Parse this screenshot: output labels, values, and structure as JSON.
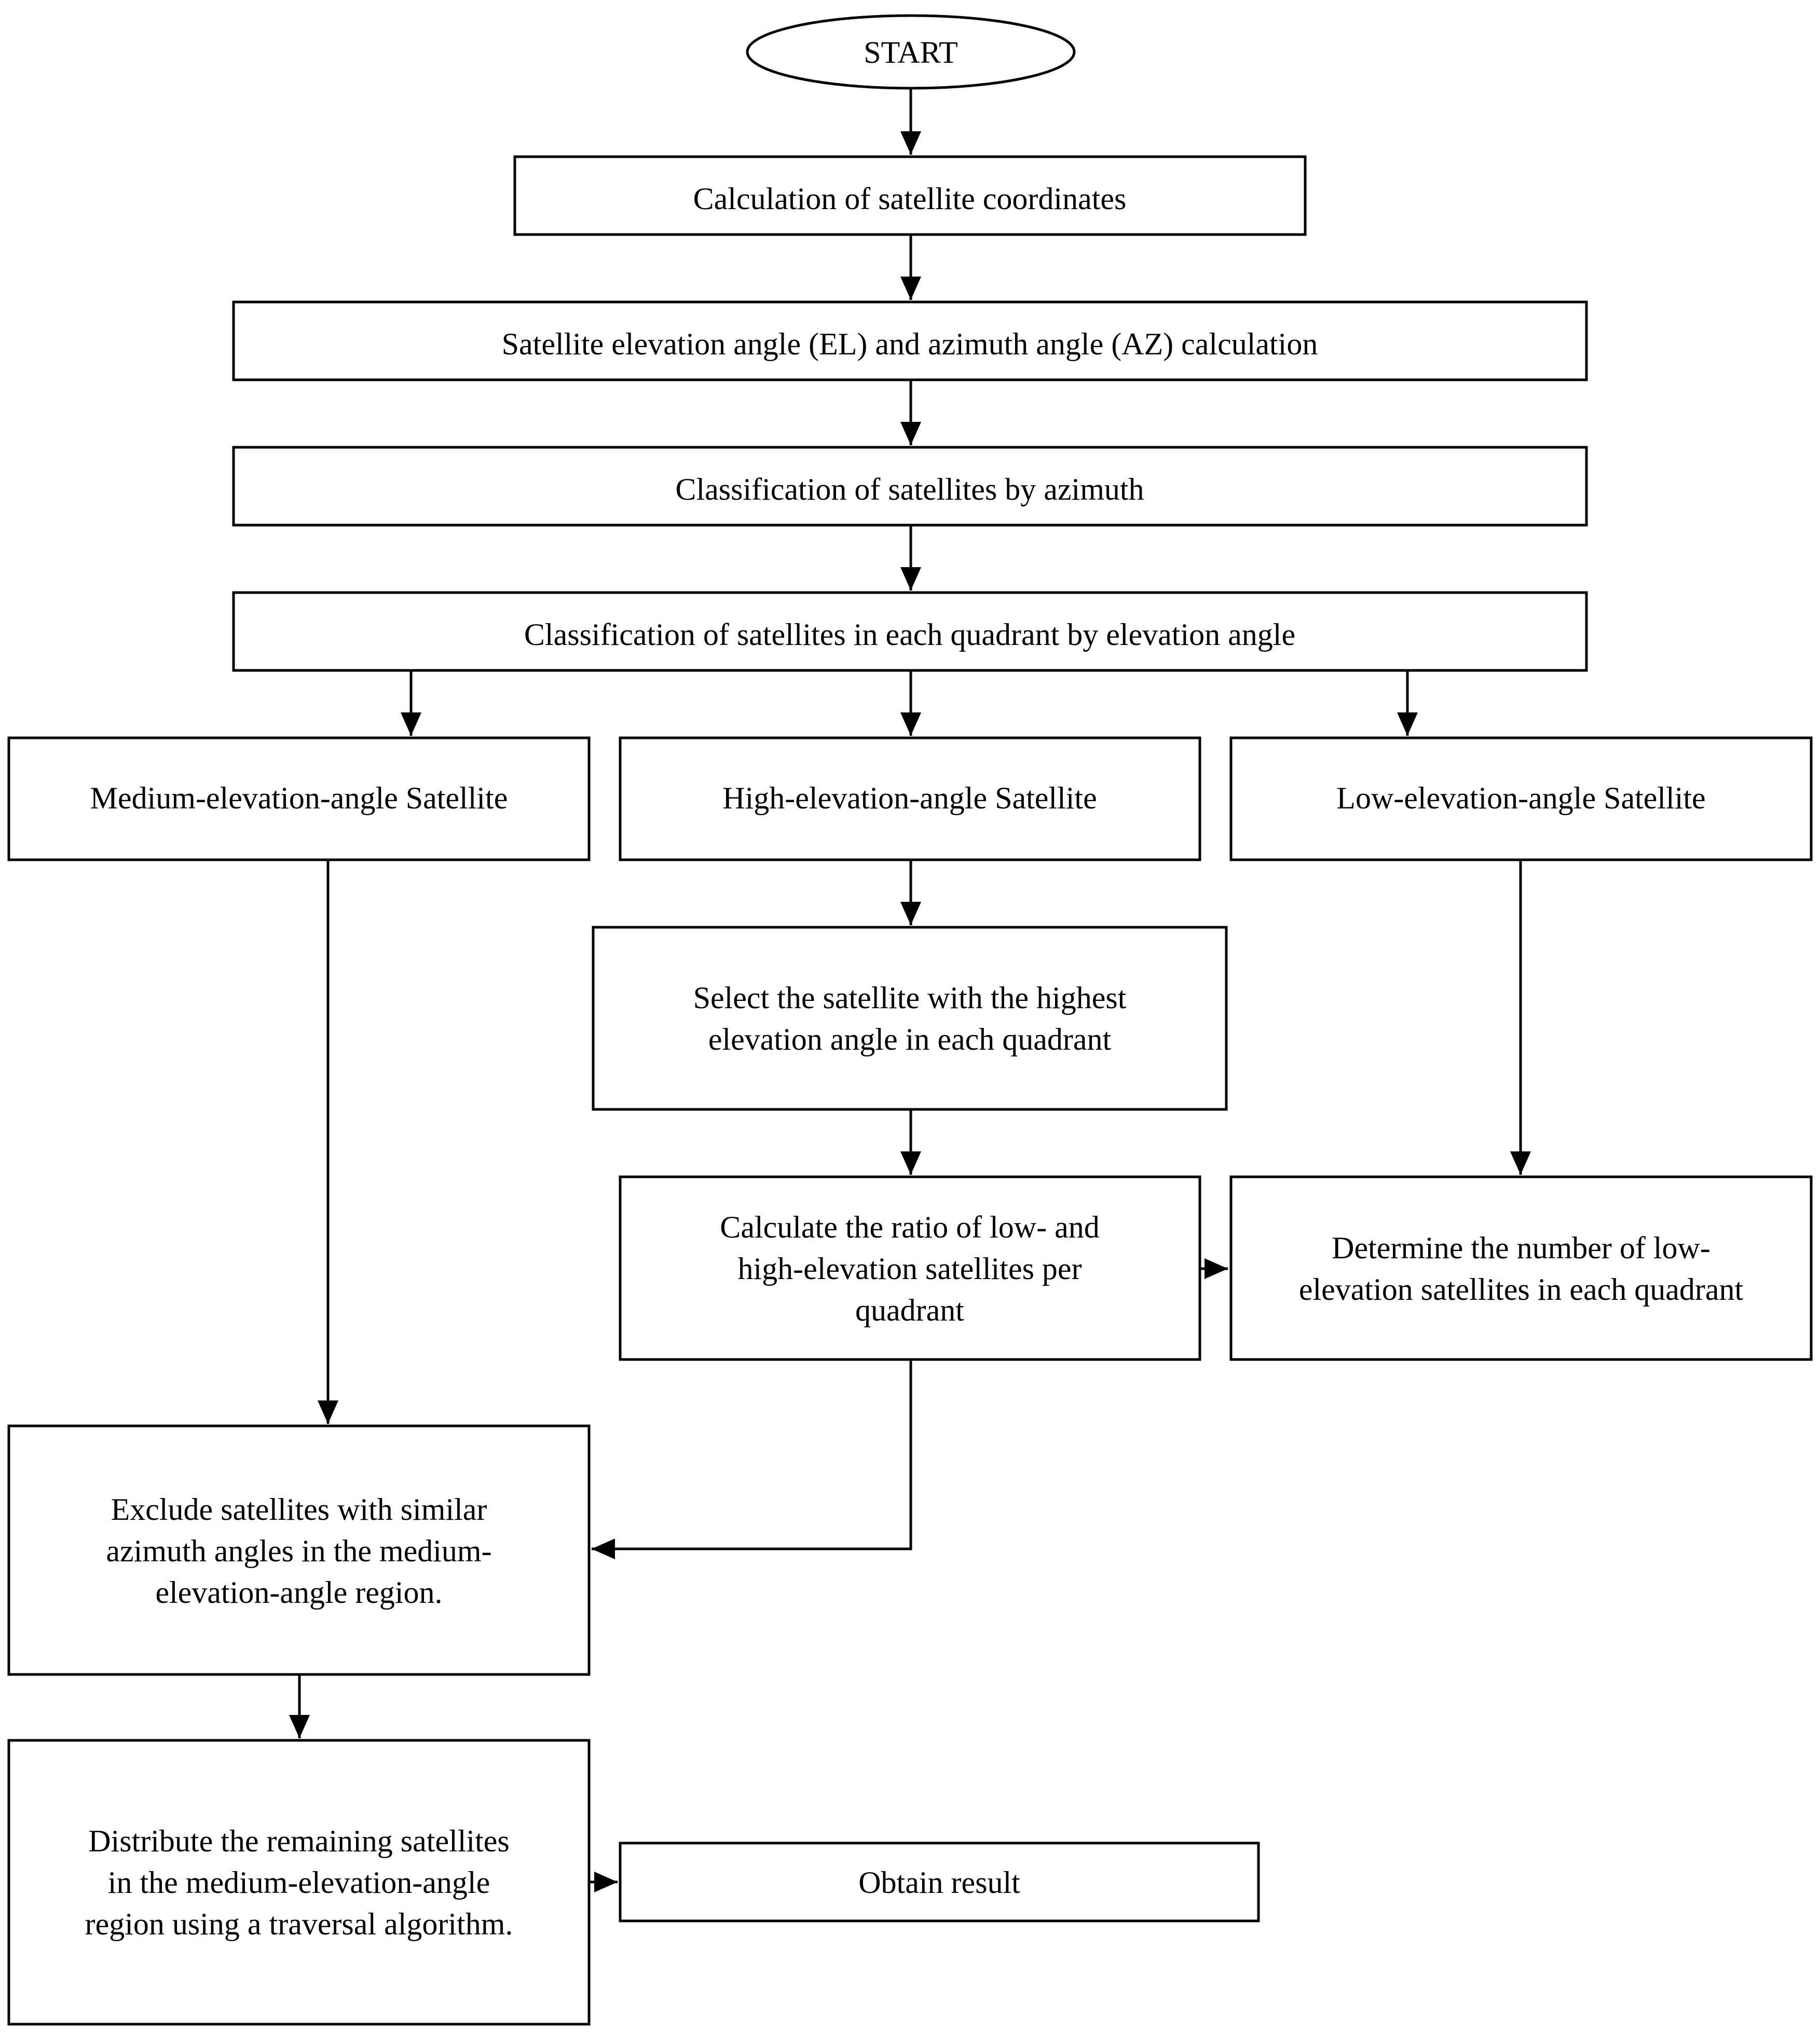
{
  "nodes": {
    "start": [
      "START"
    ],
    "calc_coords": [
      "Calculation of satellite coordinates"
    ],
    "el_az_calc": [
      "Satellite elevation angle (EL) and azimuth angle (AZ) calculation"
    ],
    "class_azimuth": [
      "Classification of satellites by azimuth"
    ],
    "class_elevation": [
      "Classification of satellites in each quadrant by elevation angle"
    ],
    "medium_sat": [
      "Medium-elevation-angle Satellite"
    ],
    "high_sat": [
      "High-elevation-angle Satellite"
    ],
    "low_sat": [
      "Low-elevation-angle Satellite"
    ],
    "select_highest": [
      "Select the satellite with the highest",
      "elevation angle in each quadrant"
    ],
    "calc_ratio": [
      "Calculate the ratio of low- and",
      "high-elevation satellites per",
      "quadrant"
    ],
    "determine_low": [
      "Determine the number of low-",
      "elevation satellites in each quadrant"
    ],
    "exclude_similar": [
      "Exclude satellites with similar",
      "azimuth angles in the medium-",
      "elevation-angle region."
    ],
    "distribute": [
      "Distribute the remaining satellites",
      "in the medium-elevation-angle",
      "region using a traversal algorithm."
    ],
    "obtain_result": [
      "Obtain result"
    ]
  }
}
